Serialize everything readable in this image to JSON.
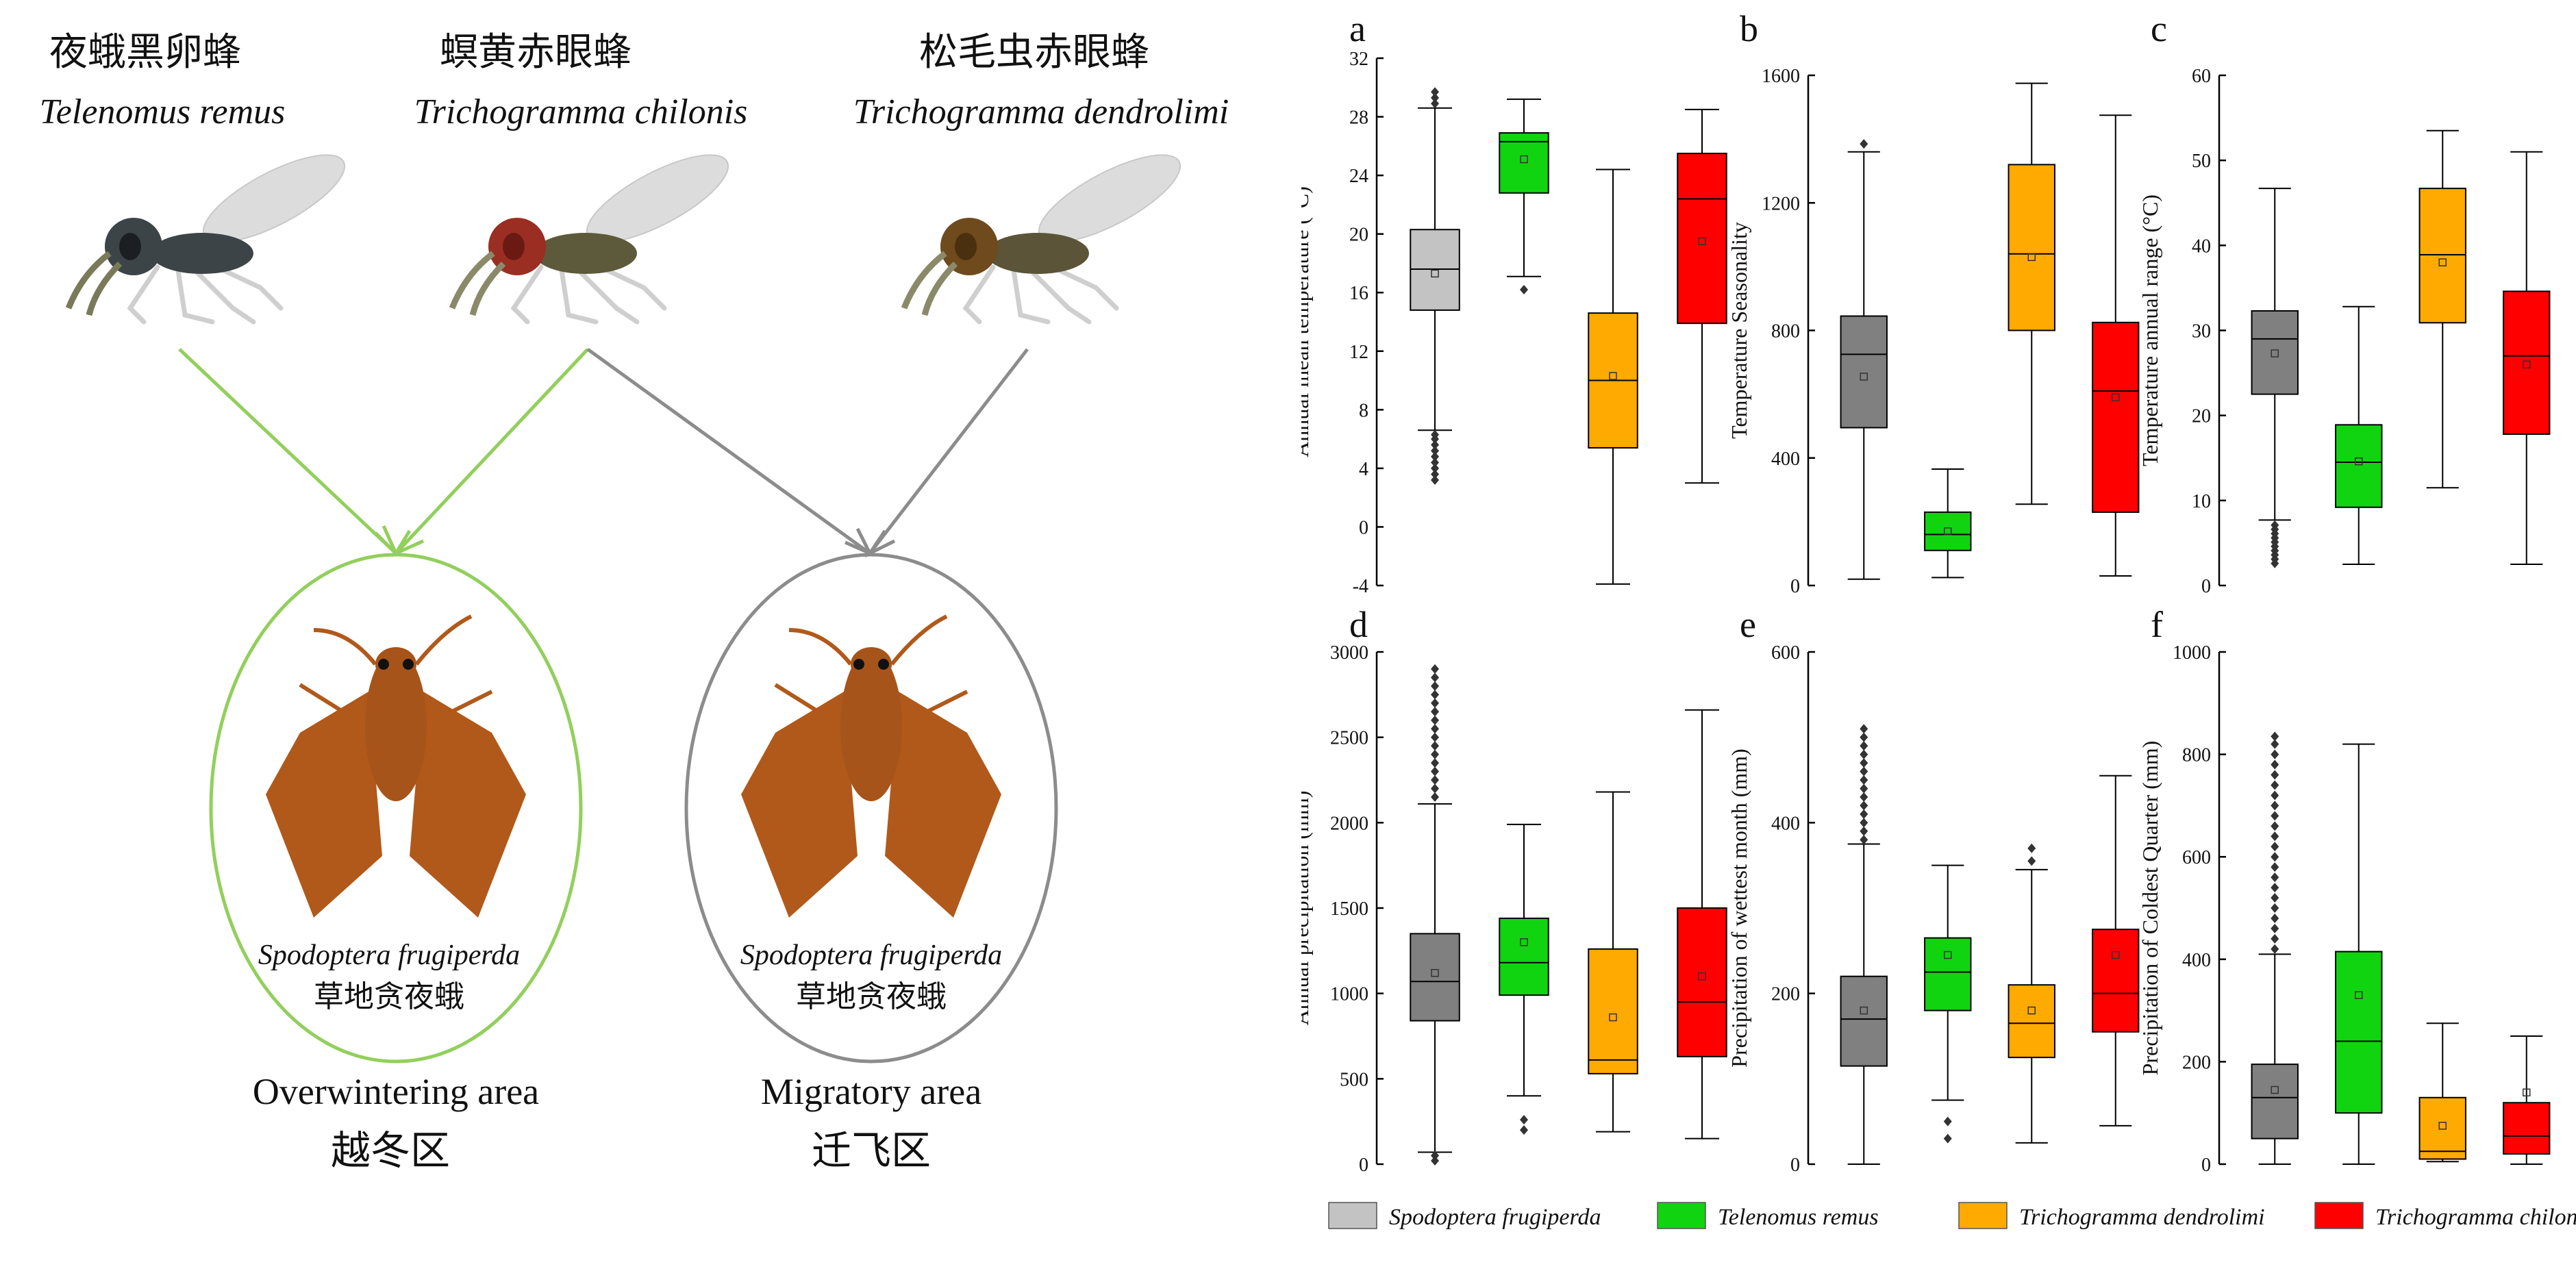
{
  "illustration": {
    "species": [
      {
        "cn": "夜蛾黑卵蜂",
        "latin": "Telenomus remus",
        "body_color": "#3d4448"
      },
      {
        "cn": "螟黄赤眼蜂",
        "latin": "Trichogramma chilonis",
        "body_color": "#9b2e22"
      },
      {
        "cn": "松毛虫赤眼蜂",
        "latin": "Trichogramma dendrolimi",
        "body_color": "#6e4a1c"
      }
    ],
    "host": {
      "latin": "Spodoptera frugiperda",
      "cn": "草地贪夜蛾",
      "color": "#b1591a"
    },
    "areas": [
      {
        "en": "Overwintering area",
        "cn": "越冬区",
        "color": "#92cf5c"
      },
      {
        "en": "Migratory area",
        "cn": "迁飞区",
        "color": "#8c8c8c"
      }
    ]
  },
  "legend": [
    {
      "name": "Spodoptera frugiperda",
      "color": "#c3c3c3"
    },
    {
      "name": "Telenomus remus",
      "color": "#11d411"
    },
    {
      "name": "Trichogramma dendrolimi",
      "color": "#ffaa00"
    },
    {
      "name": "Trichogramma chilonis",
      "color": "#ff0000"
    }
  ],
  "chart_data": [
    {
      "type": "box",
      "panel": "a",
      "ylabel": "Annual mean temperature (°C)",
      "ylim": [
        -4,
        32
      ],
      "yticks": [
        -4,
        0,
        4,
        8,
        12,
        16,
        20,
        24,
        28,
        32
      ],
      "boxes": [
        {
          "q1": 14.8,
          "median": 17.6,
          "q3": 20.3,
          "whisker_low": 6.6,
          "whisker_high": 28.6,
          "mean": 17.3,
          "color": "#c3c3c3",
          "outliers": [
            3.2,
            3.6,
            4.0,
            4.4,
            4.8,
            5.2,
            5.6,
            6.0,
            6.3,
            28.9,
            29.3,
            29.7
          ]
        },
        {
          "q1": 22.8,
          "median": 26.3,
          "q3": 26.9,
          "whisker_low": 17.1,
          "whisker_high": 29.2,
          "mean": 25.1,
          "color": "#11d411",
          "outliers": [
            16.2
          ]
        },
        {
          "q1": 5.4,
          "median": 10.0,
          "q3": 14.6,
          "whisker_low": -3.9,
          "whisker_high": 24.4,
          "mean": 10.3,
          "color": "#ffaa00",
          "outliers": []
        },
        {
          "q1": 13.9,
          "median": 22.4,
          "q3": 25.5,
          "whisker_low": 3.0,
          "whisker_high": 28.5,
          "mean": 19.5,
          "color": "#ff0000",
          "outliers": []
        }
      ]
    },
    {
      "type": "box",
      "panel": "b",
      "ylabel": "Temperature Seasonality",
      "ylim": [
        0,
        1600
      ],
      "yticks": [
        0,
        400,
        800,
        1200,
        1600
      ],
      "boxes": [
        {
          "q1": 495,
          "median": 725,
          "q3": 845,
          "whisker_low": 20,
          "whisker_high": 1360,
          "mean": 655,
          "color": "#808080",
          "outliers": [
            1385
          ]
        },
        {
          "q1": 110,
          "median": 160,
          "q3": 230,
          "whisker_low": 25,
          "whisker_high": 365,
          "mean": 170,
          "color": "#11d411",
          "outliers": []
        },
        {
          "q1": 800,
          "median": 1040,
          "q3": 1320,
          "whisker_low": 255,
          "whisker_high": 1575,
          "mean": 1030,
          "color": "#ffaa00",
          "outliers": []
        },
        {
          "q1": 230,
          "median": 610,
          "q3": 825,
          "whisker_low": 30,
          "whisker_high": 1475,
          "mean": 590,
          "color": "#ff0000",
          "outliers": []
        }
      ]
    },
    {
      "type": "box",
      "panel": "c",
      "ylabel": "Temperature annual range (°C)",
      "ylim": [
        0,
        60
      ],
      "yticks": [
        0,
        10,
        20,
        30,
        40,
        50,
        60
      ],
      "boxes": [
        {
          "q1": 22.5,
          "median": 29.0,
          "q3": 32.3,
          "whisker_low": 7.7,
          "whisker_high": 46.7,
          "mean": 27.3,
          "color": "#808080",
          "outliers": [
            2.6,
            3.1,
            3.6,
            4.1,
            4.6,
            5.1,
            5.6,
            6.1,
            6.6,
            7.1
          ]
        },
        {
          "q1": 9.2,
          "median": 14.5,
          "q3": 18.9,
          "whisker_low": 2.5,
          "whisker_high": 32.8,
          "mean": 14.6,
          "color": "#11d411",
          "outliers": []
        },
        {
          "q1": 30.9,
          "median": 38.9,
          "q3": 46.7,
          "whisker_low": 11.5,
          "whisker_high": 53.5,
          "mean": 38.0,
          "color": "#ffaa00",
          "outliers": []
        },
        {
          "q1": 17.8,
          "median": 27.0,
          "q3": 34.6,
          "whisker_low": 2.5,
          "whisker_high": 51.0,
          "mean": 26.0,
          "color": "#ff0000",
          "outliers": []
        }
      ]
    },
    {
      "type": "box",
      "panel": "d",
      "ylabel": "Annual precipitation (mm)",
      "ylim": [
        0,
        3000
      ],
      "yticks": [
        0,
        500,
        1000,
        1500,
        2000,
        2500,
        3000
      ],
      "boxes": [
        {
          "q1": 840,
          "median": 1070,
          "q3": 1350,
          "whisker_low": 70,
          "whisker_high": 2110,
          "mean": 1120,
          "color": "#808080",
          "outliers": [
            20,
            50,
            2150,
            2200,
            2250,
            2300,
            2350,
            2400,
            2450,
            2500,
            2550,
            2600,
            2650,
            2700,
            2750,
            2800,
            2850,
            2900
          ]
        },
        {
          "q1": 990,
          "median": 1180,
          "q3": 1440,
          "whisker_low": 400,
          "whisker_high": 1990,
          "mean": 1300,
          "color": "#11d411",
          "outliers": [
            200,
            260
          ]
        },
        {
          "q1": 530,
          "median": 610,
          "q3": 1260,
          "whisker_low": 190,
          "whisker_high": 2180,
          "mean": 860,
          "color": "#ffaa00",
          "outliers": []
        },
        {
          "q1": 630,
          "median": 950,
          "q3": 1500,
          "whisker_low": 150,
          "whisker_high": 2660,
          "mean": 1100,
          "color": "#ff0000",
          "outliers": []
        }
      ]
    },
    {
      "type": "box",
      "panel": "e",
      "ylabel": "Precipitation of wettest month (mm)",
      "ylim": [
        0,
        600
      ],
      "yticks": [
        0,
        200,
        400,
        600
      ],
      "boxes": [
        {
          "q1": 115,
          "median": 170,
          "q3": 220,
          "whisker_low": 0,
          "whisker_high": 375,
          "mean": 180,
          "color": "#808080",
          "outliers": [
            380,
            390,
            400,
            410,
            420,
            430,
            440,
            450,
            460,
            470,
            480,
            490,
            500,
            510
          ]
        },
        {
          "q1": 180,
          "median": 225,
          "q3": 265,
          "whisker_low": 75,
          "whisker_high": 350,
          "mean": 245,
          "color": "#11d411",
          "outliers": [
            30,
            50
          ]
        },
        {
          "q1": 125,
          "median": 165,
          "q3": 210,
          "whisker_low": 25,
          "whisker_high": 345,
          "mean": 180,
          "color": "#ffaa00",
          "outliers": [
            355,
            370
          ]
        },
        {
          "q1": 155,
          "median": 200,
          "q3": 275,
          "whisker_low": 45,
          "whisker_high": 455,
          "mean": 245,
          "color": "#ff0000",
          "outliers": []
        }
      ]
    },
    {
      "type": "box",
      "panel": "f",
      "ylabel": "Precipitation of Coldest Quarter (mm)",
      "ylim": [
        0,
        1000
      ],
      "yticks": [
        0,
        200,
        400,
        600,
        800,
        1000
      ],
      "boxes": [
        {
          "q1": 50,
          "median": 130,
          "q3": 195,
          "whisker_low": 0,
          "whisker_high": 410,
          "mean": 145,
          "color": "#808080",
          "outliers": [
            420,
            440,
            460,
            480,
            500,
            520,
            540,
            560,
            580,
            600,
            620,
            640,
            660,
            680,
            700,
            720,
            740,
            760,
            780,
            800,
            820,
            835
          ]
        },
        {
          "q1": 100,
          "median": 240,
          "q3": 415,
          "whisker_low": 0,
          "whisker_high": 820,
          "mean": 330,
          "color": "#11d411",
          "outliers": []
        },
        {
          "q1": 10,
          "median": 25,
          "q3": 130,
          "whisker_low": 5,
          "whisker_high": 275,
          "mean": 75,
          "color": "#ffaa00",
          "outliers": []
        },
        {
          "q1": 20,
          "median": 55,
          "q3": 120,
          "whisker_low": 0,
          "whisker_high": 250,
          "mean": 140,
          "color": "#ff0000",
          "outliers": []
        }
      ]
    }
  ]
}
